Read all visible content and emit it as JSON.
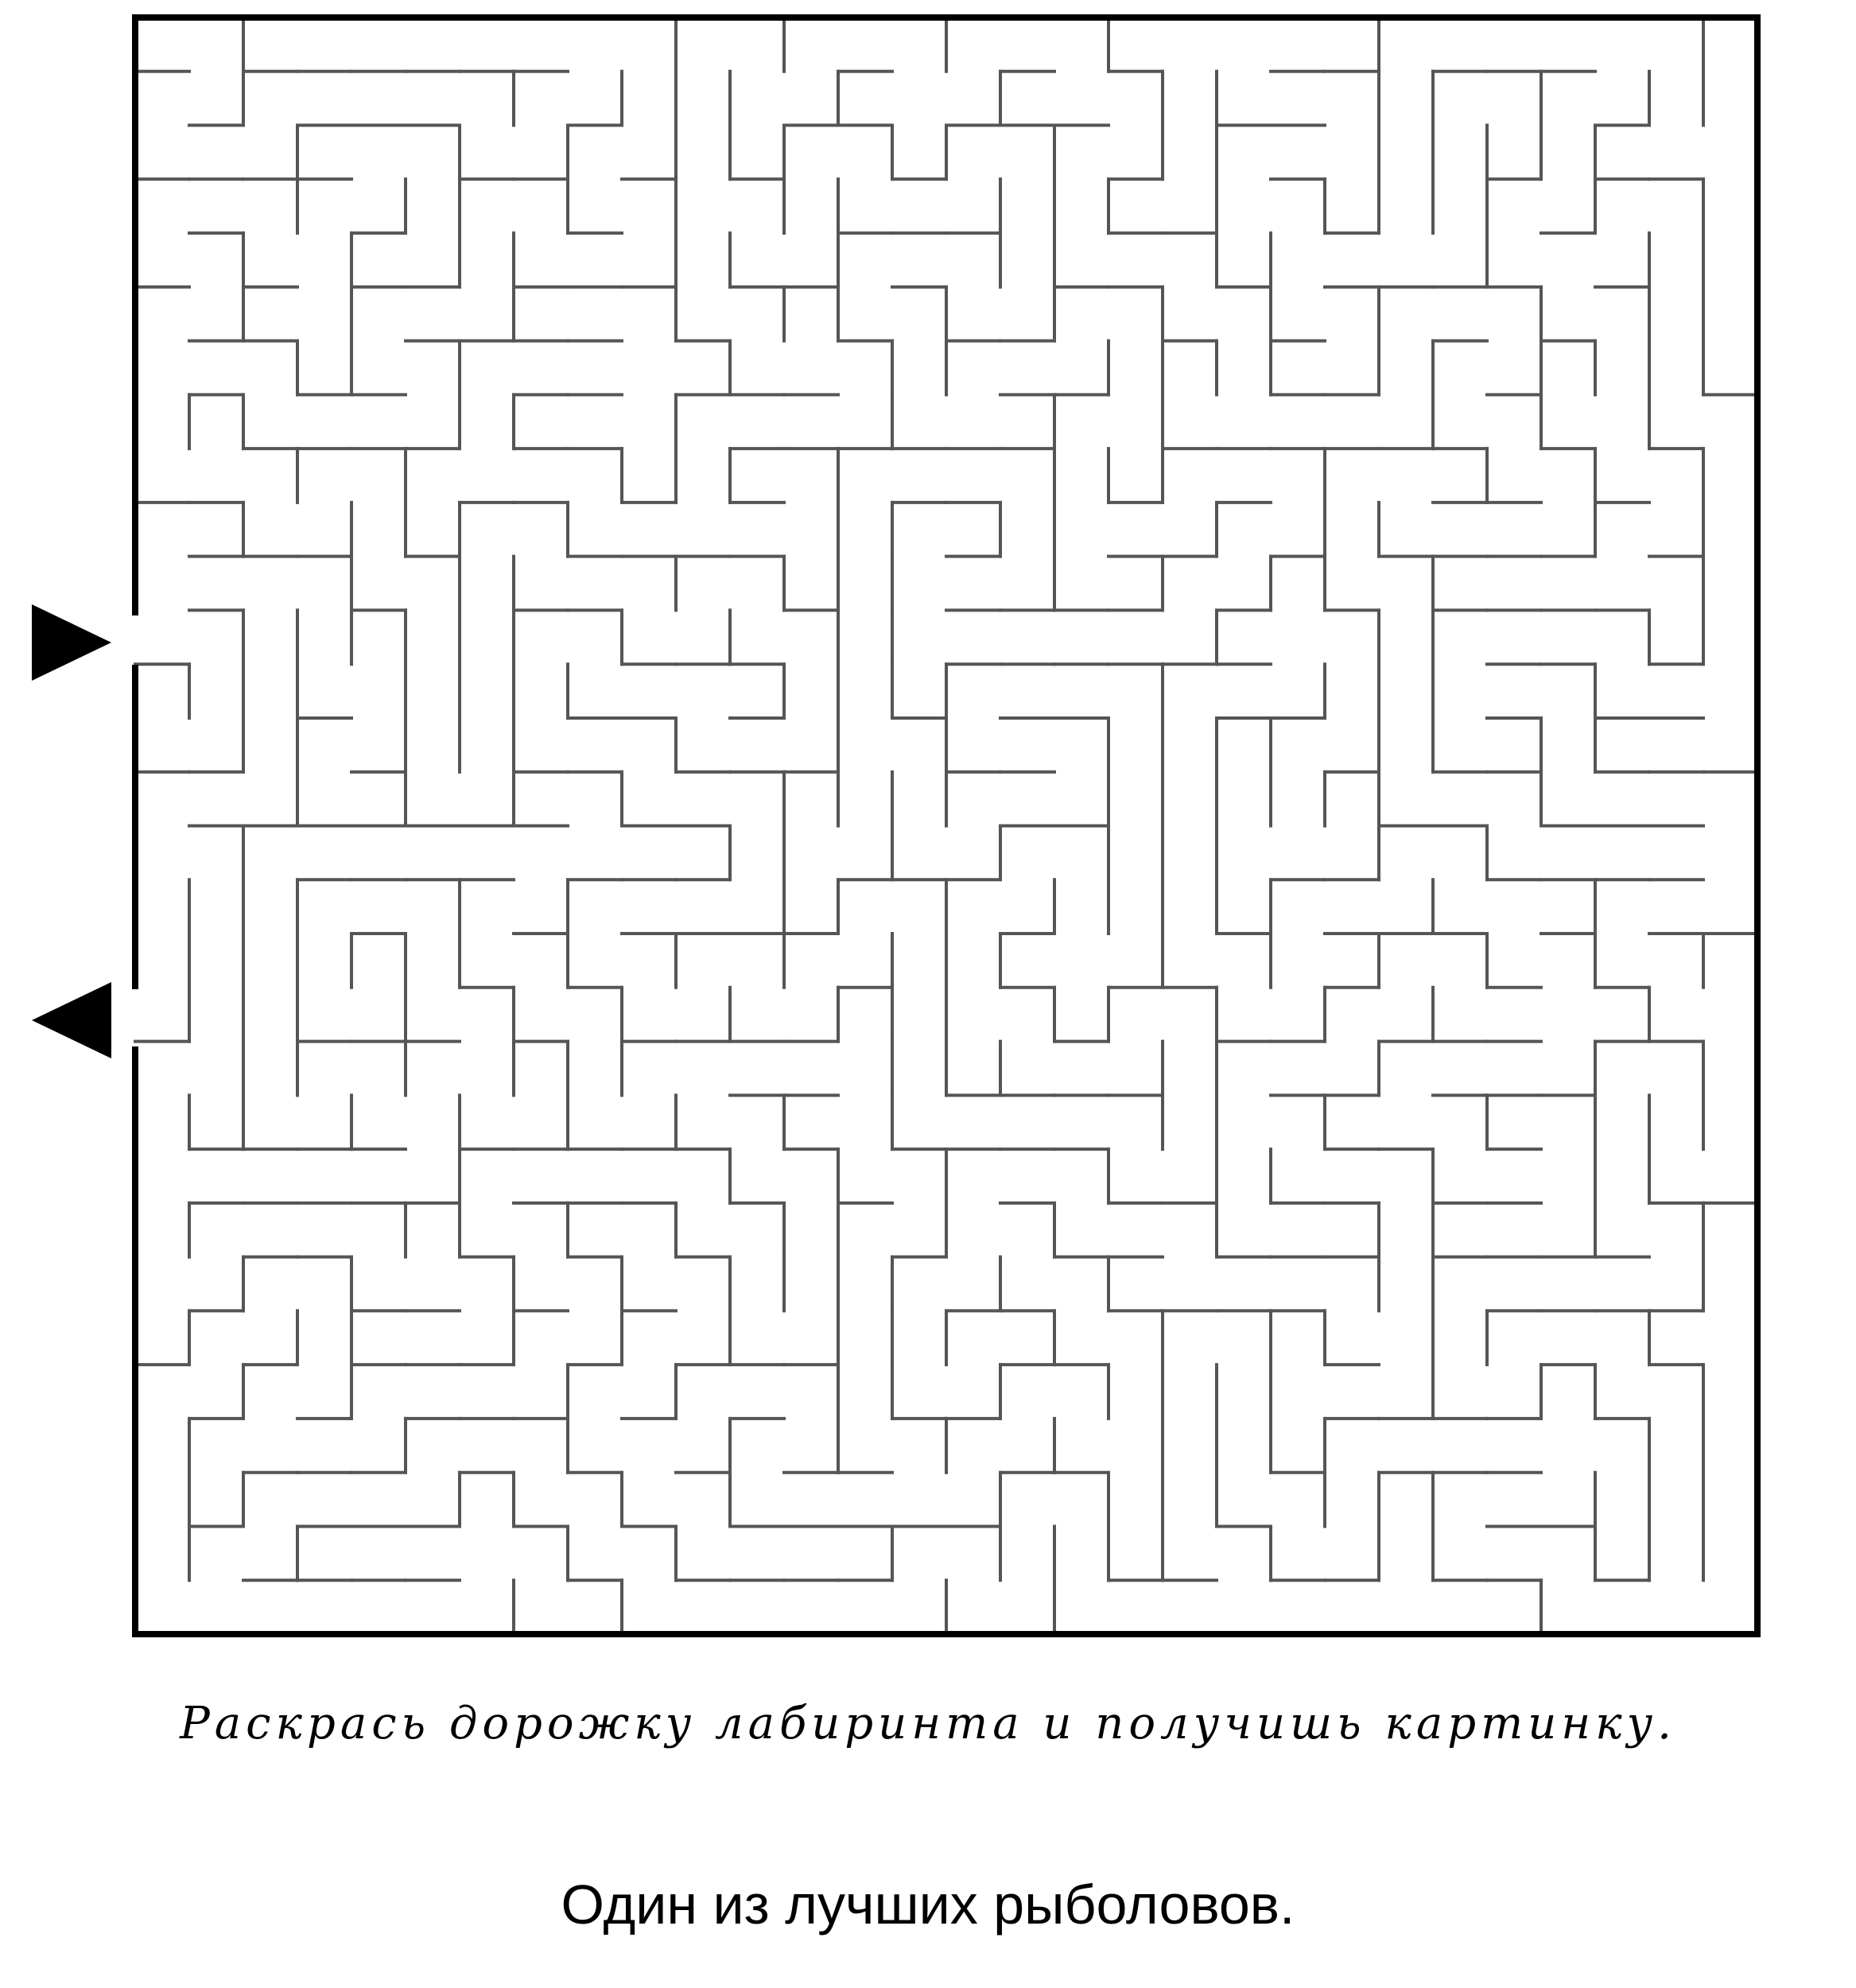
{
  "puzzle": {
    "type": "maze",
    "instruction": "Раскрась дорожку лабиринта и получишь картинку.",
    "caption": "Один из лучших рыболовов.",
    "entry_direction": "right-pointing arrow on left side (entrance)",
    "exit_direction": "left-pointing arrow on left side (exit)",
    "colors": {
      "ink": "#000000",
      "wall": "#555555",
      "background": "#ffffff"
    }
  }
}
